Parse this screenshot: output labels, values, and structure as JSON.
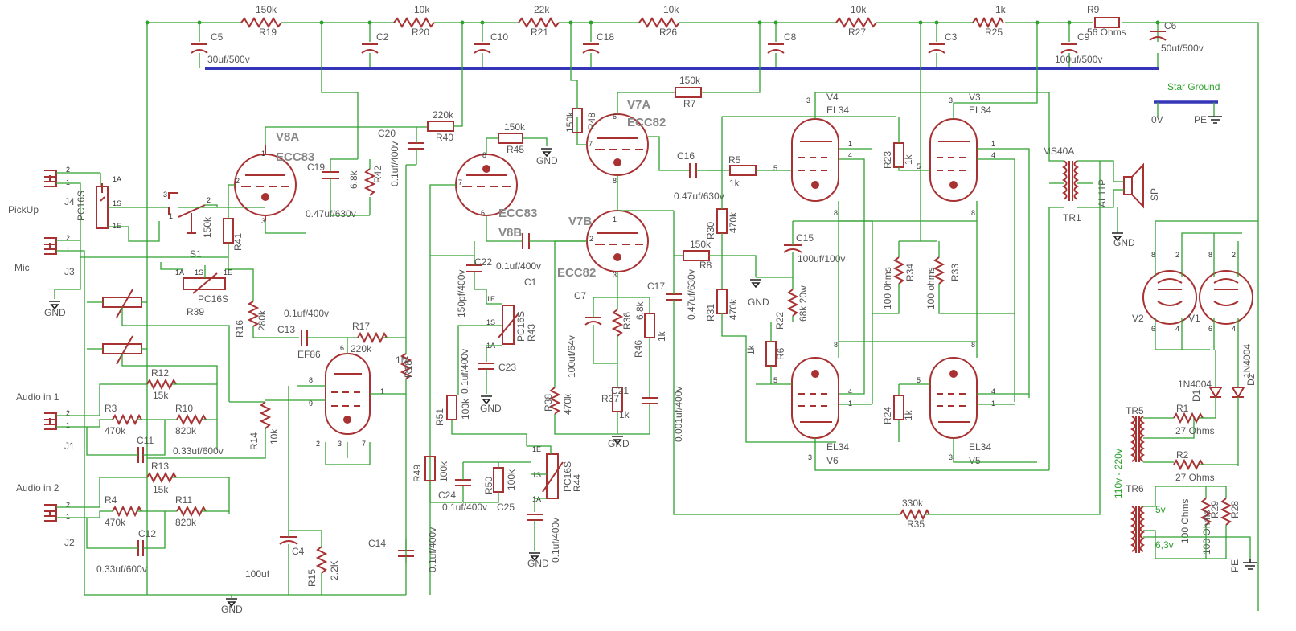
{
  "labels": {
    "R19": "R19",
    "R19v": "150k",
    "R20": "R20",
    "R20v": "10k",
    "R21": "R21",
    "R21v": "22k",
    "R26": "R26",
    "R26v": "10k",
    "R27": "R27",
    "R27v": "10k",
    "R25": "R25",
    "R25v": "1k",
    "R9": "R9",
    "R9v": "56 Ohms",
    "C5": "C5",
    "C5v": "30uf/500v",
    "C2": "C2",
    "C10": "C10",
    "C18": "C18",
    "C8": "C8",
    "C3": "C3",
    "C9": "C9",
    "C9v": "100uf/500v",
    "C6": "C6",
    "C6v": "50uf/500v",
    "star": "Star Ground",
    "zero": "0V",
    "pe": "PE",
    "V8A": "V8A",
    "ECC83a": "ECC83",
    "C20": "C20",
    "C20v": "0.1uf/400v",
    "R40": "R40",
    "R40v": "220k",
    "C19": "C19",
    "C19v": "0.47uf/630v",
    "R42": "R42",
    "R42v": "6.8k",
    "R41": "R41",
    "R41v": "150k",
    "S1": "S1",
    "pickup": "PickUp",
    "mic": "Mic",
    "J4": "J4",
    "J3": "J3",
    "J1": "J1",
    "J2": "J2",
    "PC16S": "PC16S",
    "s1A": "1A",
    "s1S": "1S",
    "s1E": "1E",
    "R39": "R39",
    "R16": "R16",
    "R16v": "280k",
    "C13": "C13",
    "C13v": "0.1uf/400v",
    "R17": "R17",
    "R17v": "220k",
    "EF86": "EF86",
    "R18": "R18",
    "R18v": "1M",
    "R14": "R14",
    "R14v": "10k",
    "audio1": "Audio in 1",
    "audio2": "Audio in 2",
    "R12": "R12",
    "R12v": "15k",
    "R3": "R3",
    "R3v": "470k",
    "R10": "R10",
    "R10v": "820k",
    "C11": "C11",
    "C11v": "0.33uf/600v",
    "R13": "R13",
    "R13v": "15k",
    "R4": "R4",
    "R4v": "470k",
    "R11": "R11",
    "R11v": "820k",
    "C12": "C12",
    "C12v": "0.33uf/600v",
    "C4": "C4",
    "C4v": "100uf",
    "R15": "R15",
    "R15v": "2.2K",
    "C14": "C14",
    "gnd": "GND",
    "R45": "R45",
    "R45v": "150k",
    "ECC83b": "ECC83",
    "V8B": "V8B",
    "C22": "C22",
    "C22v": "150pf/400v",
    "C1": "C1",
    "C1v": "0.1uf/400v",
    "R43": "R43",
    "C23": "C23",
    "C23v": "0.1uf/400v",
    "R51": "R51",
    "R51v": "100k",
    "R49": "R49",
    "R49v": "100k",
    "C24": "C24",
    "C24v": "0.1uf/400v",
    "C25": "C25",
    "R50": "R50",
    "R50v": "100k",
    "R44": "R44",
    "cap14v": "0.1uf/400v",
    "R48": "R48",
    "R48v": "150k",
    "V7A": "V7A",
    "ECC82a": "ECC82",
    "V7B": "V7B",
    "ECC82b": "ECC82",
    "C7": "C7",
    "C7v": "100uf/64v",
    "R36": "R36",
    "R36v": "6.8k",
    "R46": "R46",
    "R46v": "1k",
    "R38": "R38",
    "R38v": "470k",
    "R37": "R37",
    "R37v": "1k",
    "C21": "C21",
    "C21v": "0.001uf/400v",
    "C17": "C17",
    "C17v": "0.47uf/630v",
    "R7": "R7",
    "R7v": "150k",
    "C16": "C16",
    "C16v": "0.47uf/630v",
    "R5": "R5",
    "R5v": "1k",
    "R30": "R30",
    "R30v": "470k",
    "R8": "R8",
    "R8v": "150k",
    "R31": "R31",
    "R31v": "470k",
    "C15": "C15",
    "C15v": "100uf/100v",
    "R22": "R22",
    "R22v": "68k 20w",
    "R34": "R34",
    "R34v": "100 0hms",
    "R33": "R33",
    "R33v": "100 ohms",
    "R6": "R6",
    "R6v": "1k",
    "R23": "R23",
    "R23v": "1k",
    "R24": "R24",
    "R24v": "1k",
    "V4": "V4",
    "V3": "V3",
    "V6": "V6",
    "V5": "V5",
    "EL34": "EL34",
    "R35": "R35",
    "R35v": "330k",
    "MS40A": "MS40A",
    "TR1": "TR1",
    "AL11P": "AL11P",
    "SP": "SP",
    "V1": "V1",
    "V2": "V2",
    "D1": "D1",
    "D2": "D2",
    "D1v": "1N4004",
    "D2v": "1N4004",
    "TR5": "TR5",
    "TR6": "TR6",
    "R1": "R1",
    "R1v": "27 Ohms",
    "R2": "R2",
    "R2v": "27 Ohms",
    "mains": "110v - 220v",
    "v5": "5v",
    "v63": "6,3v",
    "R29": "R29",
    "R29v": "100 Ohms",
    "R28": "R28",
    "R28v": "100 Ohms"
  },
  "colors": {
    "wire": "#2fa02f",
    "part": "#a83232",
    "ground_bus": "#3535b8",
    "text": "#555555"
  }
}
